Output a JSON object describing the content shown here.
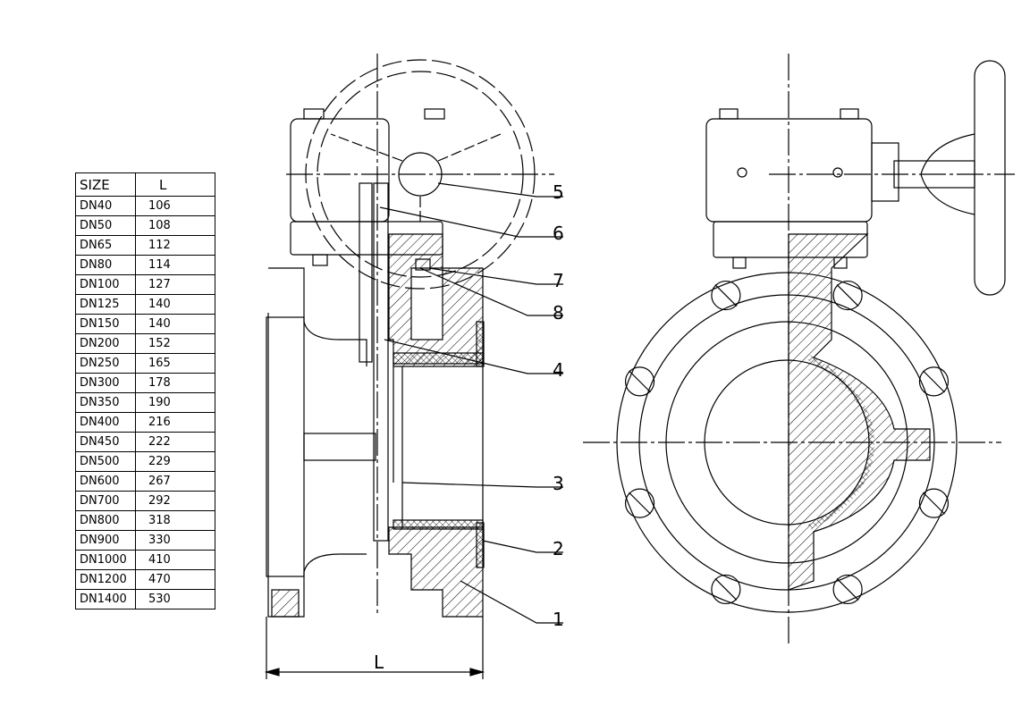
{
  "table": {
    "headers": [
      "SIZE",
      "L"
    ],
    "rows": [
      [
        "DN40",
        "106"
      ],
      [
        "DN50",
        "108"
      ],
      [
        "DN65",
        "112"
      ],
      [
        "DN80",
        "114"
      ],
      [
        "DN100",
        "127"
      ],
      [
        "DN125",
        "140"
      ],
      [
        "DN150",
        "140"
      ],
      [
        "DN200",
        "152"
      ],
      [
        "DN250",
        "165"
      ],
      [
        "DN300",
        "178"
      ],
      [
        "DN350",
        "190"
      ],
      [
        "DN400",
        "216"
      ],
      [
        "DN450",
        "222"
      ],
      [
        "DN500",
        "229"
      ],
      [
        "DN600",
        "267"
      ],
      [
        "DN700",
        "292"
      ],
      [
        "DN800",
        "318"
      ],
      [
        "DN900",
        "330"
      ],
      [
        "DN1000",
        "410"
      ],
      [
        "DN1200",
        "470"
      ],
      [
        "DN1400",
        "530"
      ]
    ]
  },
  "callouts": [
    "5",
    "6",
    "7",
    "8",
    "4",
    "3",
    "2",
    "1"
  ],
  "dimension_label": "L"
}
